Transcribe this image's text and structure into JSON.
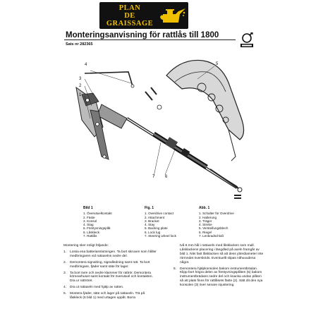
{
  "logo": {
    "line1": "PLAN",
    "line2": "DE",
    "line3": "GRAISSAGE",
    "colors": {
      "background": "#111111",
      "text": "#f0c000"
    },
    "icon": "oil-can-icon"
  },
  "header": {
    "title": "Monteringsanvisning för rattlås till 1800",
    "kit": "Sats nr 282365",
    "brand_mark_icon": "volvo-badge-icon"
  },
  "drawing": {
    "callouts": [
      "1",
      "2",
      "3",
      "4",
      "5",
      "6",
      "7"
    ]
  },
  "legends": [
    {
      "title": "Bild 1",
      "items": [
        "1. Överväxelkontakt",
        "2. Fäste",
        "3. Konsol",
        "4. Stag",
        "5. Förstyvningsplåt",
        "6. Låskleck",
        "7. Rattlås"
      ]
    },
    {
      "title": "Fig. 1",
      "items": [
        "1. Overdrive contact",
        "2. Attachment",
        "3. Bracket",
        "4. Stay",
        "5. Backing plate",
        "6. Lock lug",
        "7. Steering wheel lock"
      ]
    },
    {
      "title": "Abb. 1",
      "items": [
        "1. Schalter für Overdrive",
        "2. Halterung",
        "3. Träger",
        "4. Strebe",
        "5. Versteifungsblech",
        "6. Riegel",
        "7. Lenkradschloß"
      ]
    }
  ],
  "instructions": {
    "intro": "Montering sker enligt följande:",
    "steps_left": [
      {
        "n": "1.",
        "text": "Lossa ena batterianslutningen. Ta bort skruven som håller medbringaren vid rattaxelns nedre del."
      },
      {
        "n": "2.",
        "text": "Demontera signalring, signalledning samt ratt. Ta bort medbringare, fjäder samt säte för lager."
      },
      {
        "n": "3.",
        "text": "Ta bort övre och nedre klammer för rattrör. Demontera körnearhuset samt kontakt för överväxel och kontakten. Dra ur rattröret."
      },
      {
        "n": "4.",
        "text": "Dra ut rattaxeln med hjälp av ratten."
      },
      {
        "n": "5.",
        "text": "Montera fjäder, säte och lager på rattaxeln. Trä på låskleck (6 bild 1) med urtagen uppåt. Borra"
      }
    ],
    "steps_right": [
      {
        "n": "",
        "text": "två 6 mm hål i rattaxeln med låsklacken som mall. Låsklackens placering i längdled på axeln framgår av bild 1. Nits fast låsklacken så att dess ytterdiameter inte rörmndet överskrids. Eventuellt slipas nithuvudena något."
      },
      {
        "n": "6.",
        "text": "Demontera hjälpkonsolen bakom instrumentbrädan. Klipp bort högra delen av förstyvningsplåten (5) bakom instrumentbrädans nedre del och knacka undan plåten så att plats finns för rattlåsets fäste (2). Sätt dit den nya konsolen (3) över senare injustering."
      }
    ]
  }
}
